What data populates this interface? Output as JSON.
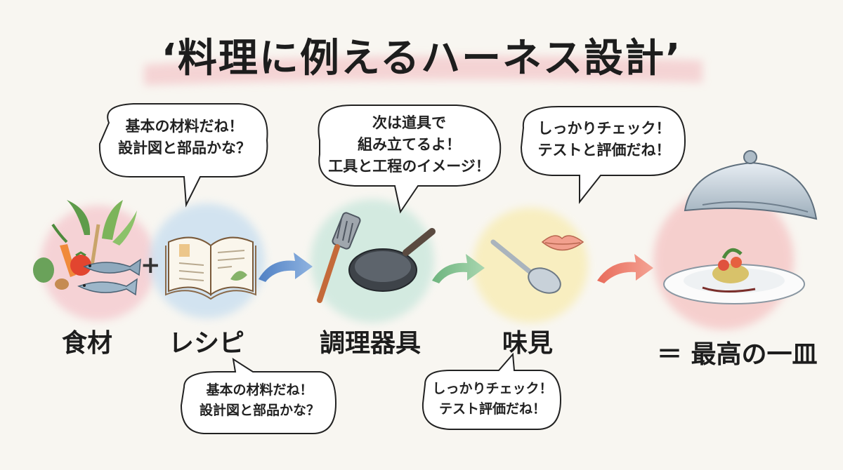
{
  "title": "‘料理に例えるハーネス設計’",
  "steps": {
    "ingredients": "食材",
    "recipe": "レシピ",
    "tools": "調理器具",
    "tasting": "味見",
    "result": "＝ 最高の一皿"
  },
  "plus_sign": "+",
  "bubbles": {
    "recipe_top": [
      "基本の材料だね！",
      "設計図と部品かな？"
    ],
    "tools_top": [
      "次は道具で",
      "組み立てるよ！",
      "工具と工程のイメージ！"
    ],
    "tasting_top": [
      "しっかりチェック！",
      "テストと評価だね！"
    ],
    "recipe_bottom": [
      "基本の材料だね！",
      "設計図と部品かな？"
    ],
    "tasting_bottom": [
      "しっかりチェック！",
      "テスト評価だね！"
    ]
  },
  "colors": {
    "background": "#f8f6f1",
    "title_highlight": "#f2b8bd",
    "wash_pink": "#f4c6cc",
    "wash_blue": "#c9dff0",
    "wash_green": "#cde8de",
    "wash_yellow": "#f8edb8",
    "wash_red": "#f5c2c2",
    "arrow_blue": "#4f80c4",
    "arrow_green": "#6db47e",
    "arrow_red": "#e86b5a"
  },
  "icons": [
    "vegetables-fish-icon",
    "open-book-icon",
    "spatula-pan-icon",
    "spoon-lips-icon",
    "cloche-plate-icon",
    "arrow-icon"
  ]
}
